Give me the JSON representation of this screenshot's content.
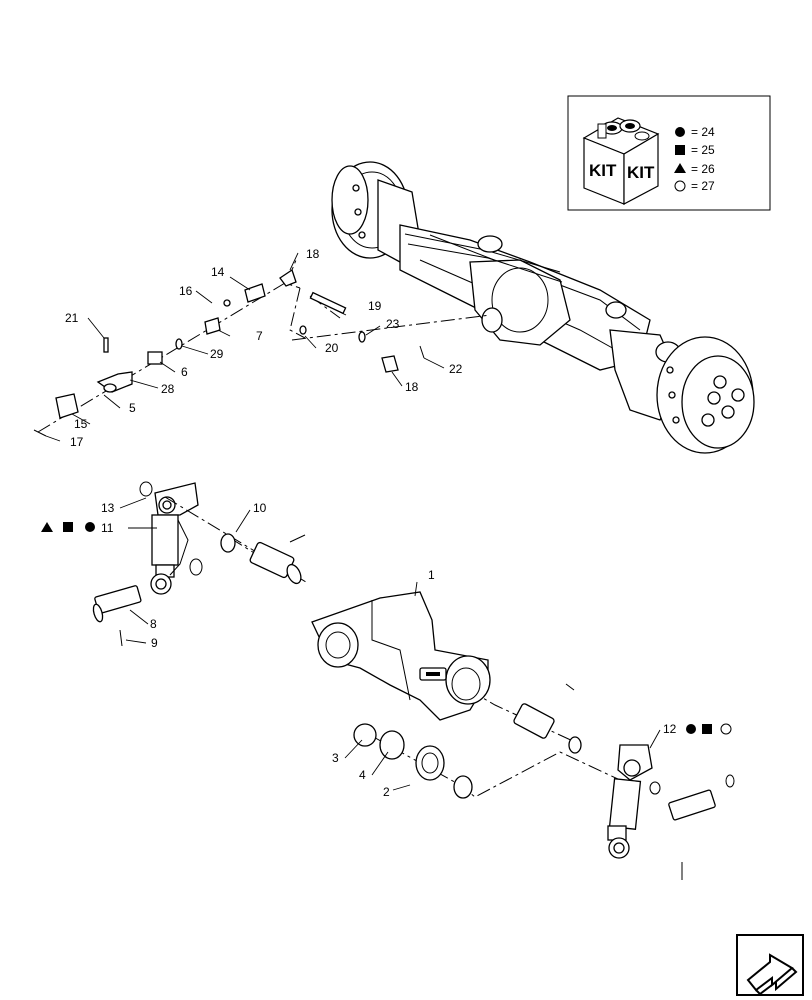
{
  "callouts": [
    {
      "id": "c1",
      "text": "1"
    },
    {
      "id": "c2",
      "text": "2"
    },
    {
      "id": "c3",
      "text": "3"
    },
    {
      "id": "c4",
      "text": "4"
    },
    {
      "id": "c5",
      "text": "5"
    },
    {
      "id": "c6",
      "text": "6"
    },
    {
      "id": "c7",
      "text": "7"
    },
    {
      "id": "c8",
      "text": "8"
    },
    {
      "id": "c9",
      "text": "9"
    },
    {
      "id": "c10",
      "text": "10"
    },
    {
      "id": "c11",
      "text": "11"
    },
    {
      "id": "c12",
      "text": "12"
    },
    {
      "id": "c13",
      "text": "13"
    },
    {
      "id": "c14",
      "text": "14"
    },
    {
      "id": "c15",
      "text": "15"
    },
    {
      "id": "c16",
      "text": "16"
    },
    {
      "id": "c17",
      "text": "17"
    },
    {
      "id": "c18a",
      "text": "18"
    },
    {
      "id": "c18b",
      "text": "18"
    },
    {
      "id": "c19",
      "text": "19"
    },
    {
      "id": "c20",
      "text": "20"
    },
    {
      "id": "c21",
      "text": "21"
    },
    {
      "id": "c22",
      "text": "22"
    },
    {
      "id": "c23",
      "text": "23"
    },
    {
      "id": "c28",
      "text": "28"
    },
    {
      "id": "c29",
      "text": "29"
    }
  ],
  "kit_legend": {
    "box_text_left": "KIT",
    "box_text_right": "KIT",
    "entries": [
      {
        "symbol": "filled-circle",
        "text": "= 24"
      },
      {
        "symbol": "filled-square",
        "text": "= 25"
      },
      {
        "symbol": "filled-triangle",
        "text": "= 26"
      },
      {
        "symbol": "hollow-circle",
        "text": "= 27"
      }
    ]
  },
  "colors": {
    "line": "#000000",
    "background": "#ffffff",
    "kit_box_fill": "#f0f0f0"
  }
}
